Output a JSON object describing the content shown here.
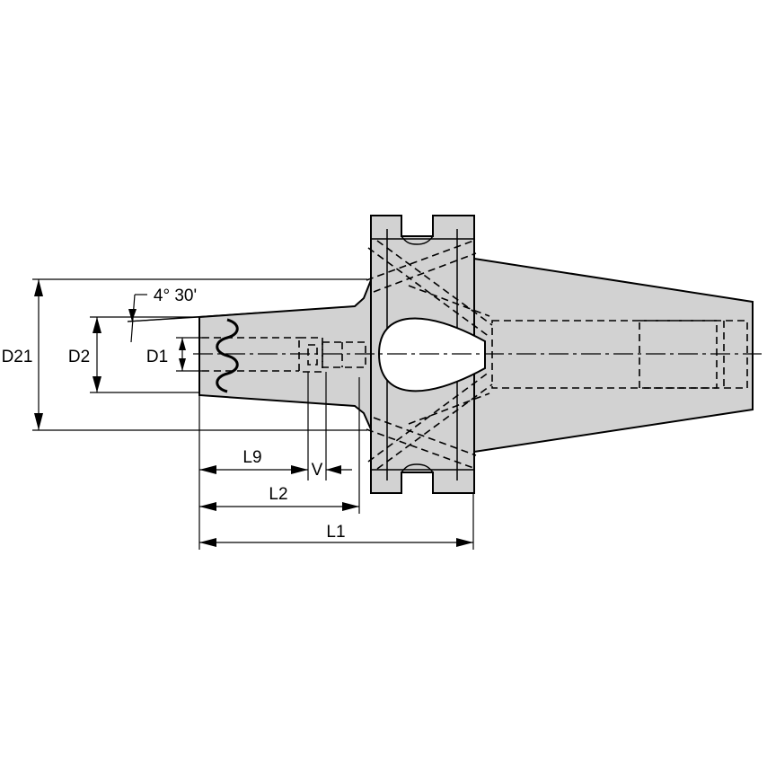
{
  "labels": {
    "d21": "D21",
    "d2": "D2",
    "d1": "D1",
    "angle": "4° 30'",
    "l9": "L9",
    "v": "V",
    "l2": "L2",
    "l1": "L1"
  }
}
